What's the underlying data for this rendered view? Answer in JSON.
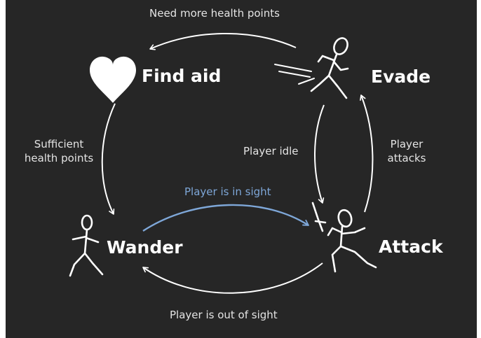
{
  "colors": {
    "background": "#262626",
    "foreground": "#ffffff",
    "highlight": "#7ea7d8"
  },
  "states": {
    "find_aid": {
      "label": "Find aid",
      "icon": "heart-icon"
    },
    "evade": {
      "label": "Evade",
      "icon": "running-stick-figure-icon"
    },
    "wander": {
      "label": "Wander",
      "icon": "walking-stick-figure-icon"
    },
    "attack": {
      "label": "Attack",
      "icon": "sword-stick-figure-icon"
    }
  },
  "transitions": {
    "evade_to_find_aid": "Need more health points",
    "find_aid_to_wander_line1": "Sufficient",
    "find_aid_to_wander_line2": "health points",
    "evade_to_attack": "Player idle",
    "attack_to_evade_line1": "Player",
    "attack_to_evade_line2": "attacks",
    "wander_to_attack": "Player is in sight",
    "attack_to_wander": "Player is out of sight"
  }
}
